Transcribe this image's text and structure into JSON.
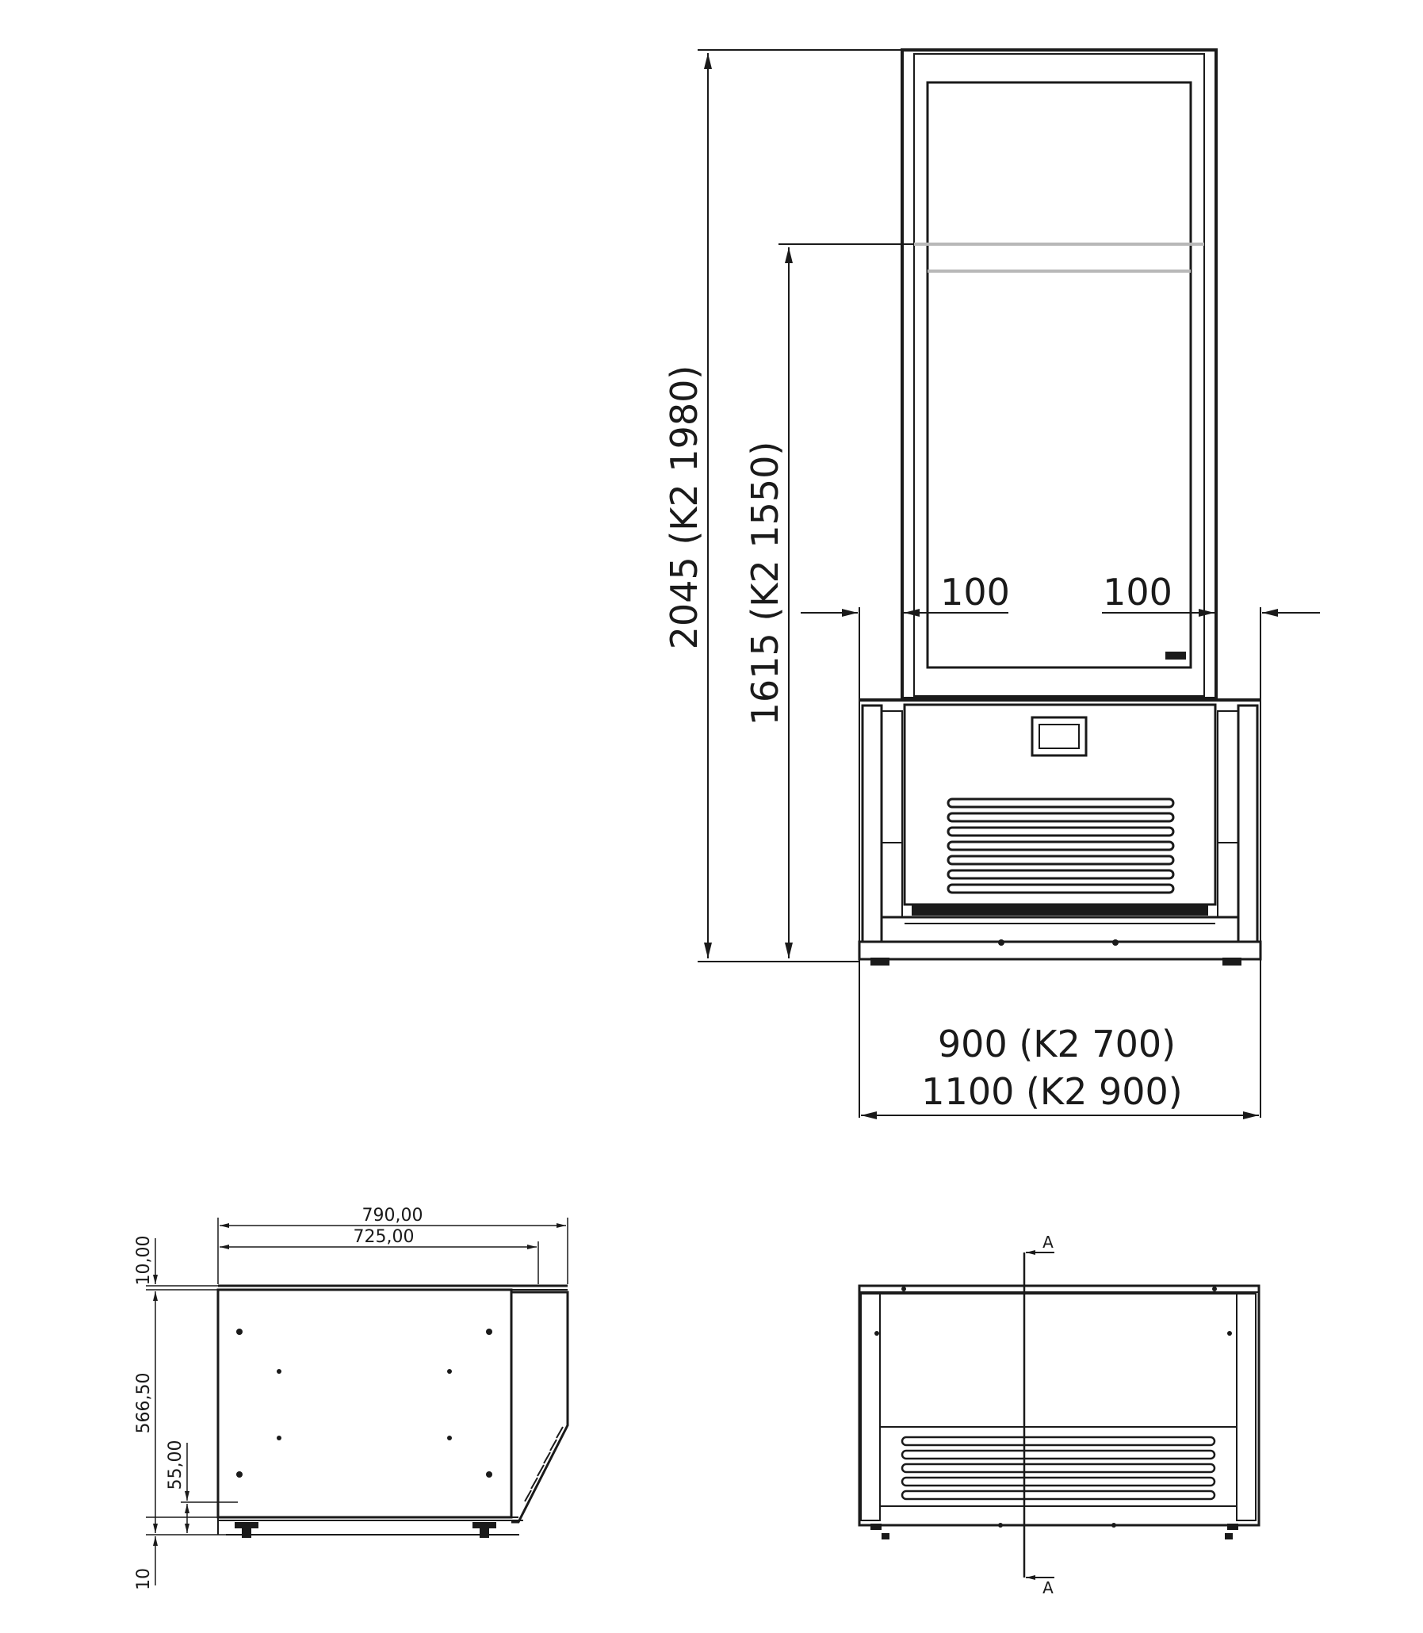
{
  "front_view": {
    "total_height": "2045 (K2 1980)",
    "shelf_height": "1615 (K2 1550)",
    "left_clearance": "100",
    "right_clearance": "100",
    "inner_width": "900 (K2 700)",
    "outer_width": "1100 (K2 900)"
  },
  "side_view": {
    "depth_total": "790,00",
    "depth_top": "725,00",
    "top_thickness": "10,00",
    "body_height": "566,50",
    "base_height": "55,00",
    "foot_height": "10"
  },
  "rear_view": {
    "section_top": "A",
    "section_bottom": "A"
  },
  "colors": {
    "line": "#1a1a1a",
    "thin": "#333333",
    "glass_strip": "#b8b8b8"
  }
}
